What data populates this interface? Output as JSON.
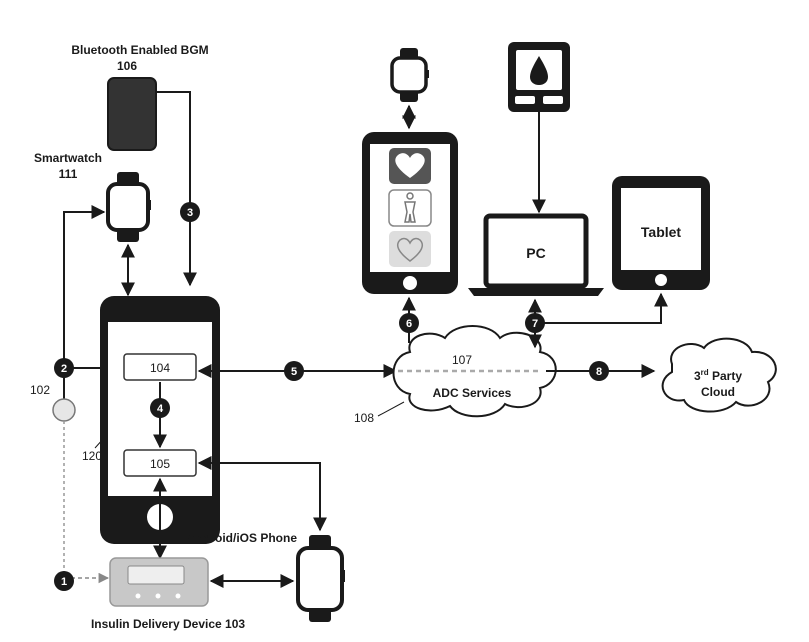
{
  "labels": {
    "bgm_title": "Bluetooth Enabled BGM",
    "bgm_ref": "106",
    "smartwatch_title": "Smartwatch",
    "smartwatch_ref": "111",
    "ref_102": "102",
    "ref_120": "120",
    "ref_108": "108",
    "ref_107": "107",
    "box_104": "104",
    "box_105": "105",
    "phone_label": "Android/iOS Phone",
    "insulin_label": "Insulin Delivery Device 103",
    "pc": "PC",
    "tablet": "Tablet",
    "adc": "ADC Services",
    "third_party_main": "3",
    "third_party_sup": "rd",
    "third_party_rest": " Party",
    "third_party_line2": "Cloud"
  },
  "steps": [
    "1",
    "2",
    "3",
    "4",
    "5",
    "6",
    "7",
    "8"
  ],
  "colors": {
    "ink": "#1a1a1a",
    "gray": "#b8b8b8",
    "light": "#e6e6e6",
    "dark": "#3a3a3a"
  },
  "icons": [
    "heart-icon",
    "body-icon",
    "heart-outline-icon",
    "blood-drop-icon"
  ]
}
